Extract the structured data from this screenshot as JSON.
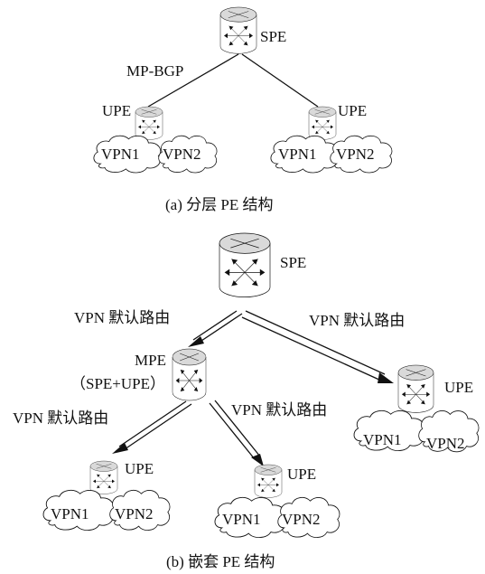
{
  "diagram_a": {
    "caption": "(a) 分层 PE 结构",
    "spe": "SPE",
    "link": "MP-BGP",
    "upe_left": "UPE",
    "upe_right": "UPE",
    "vpn1_left": "VPN1",
    "vpn2_left": "VPN2",
    "vpn1_right": "VPN1",
    "vpn2_right": "VPN2"
  },
  "diagram_b": {
    "caption": "(b) 嵌套 PE 结构",
    "spe": "SPE",
    "mpe": "MPE",
    "mpe_sub": "（SPE+UPE）",
    "route_spe_mpe": "VPN 默认路由",
    "route_spe_upe": "VPN 默认路由",
    "route_mpe_left": "VPN 默认路由",
    "route_mpe_right": "VPN 默认路由",
    "upe_right": "UPE",
    "upe_bl": "UPE",
    "upe_bm": "UPE",
    "vpn1_right": "VPN1",
    "vpn2_right": "VPN2",
    "vpn1_bl": "VPN1",
    "vpn2_bl": "VPN2",
    "vpn1_bm": "VPN1",
    "vpn2_bm": "VPN2"
  }
}
